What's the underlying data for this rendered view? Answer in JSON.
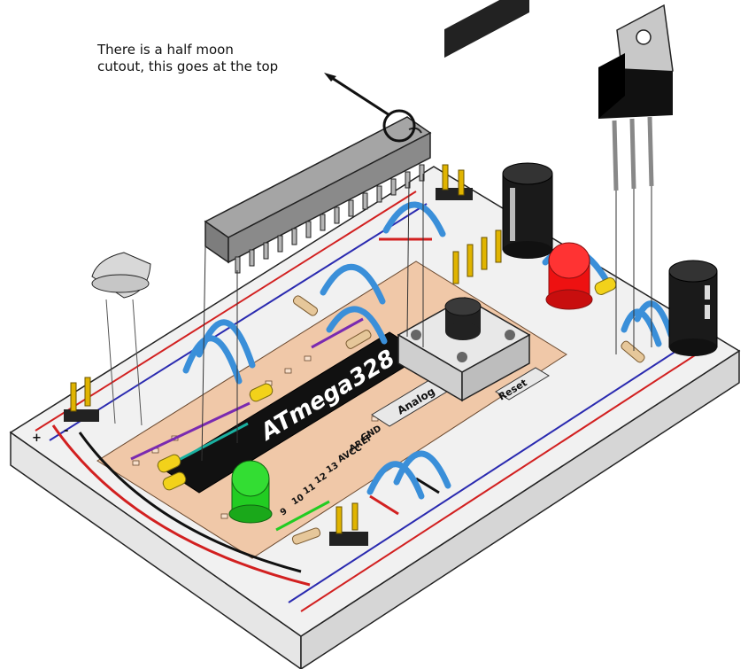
{
  "callout": {
    "line1": "There is a half moon",
    "line2": "cutout, this goes at the top"
  },
  "chip": {
    "label": "ATmega328",
    "pin_labels": [
      "GND",
      "AREF",
      "AVCC",
      "13",
      "12",
      "11",
      "10",
      "9"
    ]
  },
  "board_labels": {
    "analog": "Analog",
    "reset": "Reset",
    "plus": "+",
    "minus": "-"
  },
  "colors": {
    "board": "#f1f1f1",
    "stripboard": "#f0c8a8",
    "jumper_wire": "#3a8fd9",
    "power_rail_red": "#d22020",
    "ground_rail_blue": "#2a2ab0",
    "led_green": "#22cc22",
    "led_red": "#ee1111",
    "capacitor": "#1a1a1a",
    "header_pins": "#e0b400",
    "chip_body": "#8a8a8a"
  }
}
